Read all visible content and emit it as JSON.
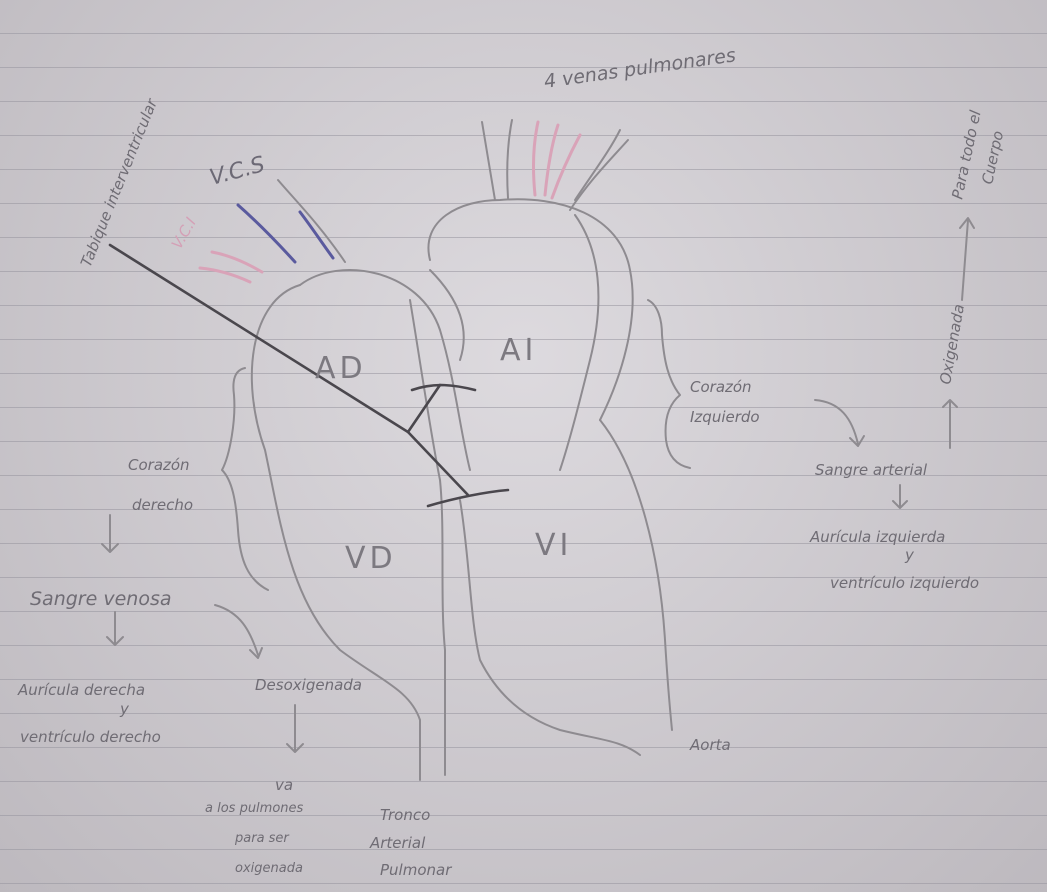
{
  "labels": {
    "vcs": "V.C.S",
    "vci": "V.C.I",
    "interventricular": "Tabique interventricular",
    "cuatro_venas": "4 venas pulmonares",
    "ad": "AD",
    "ai": "AI",
    "vd": "VD",
    "vi": "VI",
    "corazon_derecho": [
      "Corazón",
      "derecho"
    ],
    "corazon_izquierdo": [
      "Corazón",
      "Izquierdo"
    ],
    "sangre_venosa": "Sangre venosa",
    "auricula_derecha": [
      "Aurícula derecha",
      "y",
      "ventrículo derecho"
    ],
    "desoxigenada": "Desoxigenada",
    "va_pulmones": [
      "va",
      "a los pulmones",
      "para ser",
      "oxigenada"
    ],
    "tronco": [
      "Tronco",
      "Arterial",
      "Pulmonar"
    ],
    "aorta": "Aorta",
    "sangre_arterial": "Sangre arterial",
    "auricula_izquierda": [
      "Aurícula izquierda",
      "y",
      "ventrículo izquierdo"
    ],
    "oxigenada": "Oxigenada",
    "para_todo": [
      "Para todo el",
      "Cuerpo"
    ]
  },
  "colors": {
    "paper": "#d2ced3",
    "pencil": "#8e8b90",
    "ink_dark": "#4a474d",
    "pink": "#d9a3b8",
    "blue": "#5a5a9e"
  }
}
